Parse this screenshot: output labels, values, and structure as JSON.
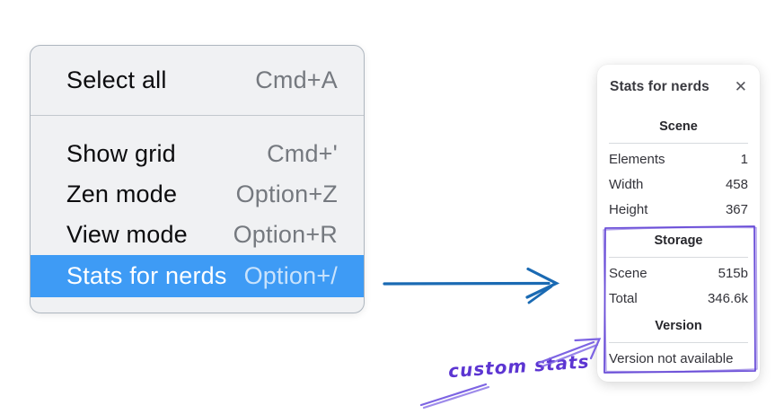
{
  "menu": {
    "top_items": [
      {
        "label": "Select all",
        "shortcut": "Cmd+A"
      }
    ],
    "items": [
      {
        "label": "Show grid",
        "shortcut": "Cmd+'"
      },
      {
        "label": "Zen mode",
        "shortcut": "Option+Z"
      },
      {
        "label": "View mode",
        "shortcut": "Option+R"
      },
      {
        "label": "Stats for nerds",
        "shortcut": "Option+/",
        "highlighted": true
      }
    ],
    "highlight_color": "#3e9bf5"
  },
  "stats_panel": {
    "title": "Stats for nerds",
    "close_icon": "✕",
    "sections": [
      {
        "title": "Scene",
        "rows": [
          {
            "label": "Elements",
            "value": "1"
          },
          {
            "label": "Width",
            "value": "458"
          },
          {
            "label": "Height",
            "value": "367"
          }
        ]
      },
      {
        "title": "Storage",
        "rows": [
          {
            "label": "Scene",
            "value": "515b"
          },
          {
            "label": "Total",
            "value": "346.6k"
          }
        ]
      },
      {
        "title": "Version",
        "note": "Version not available"
      }
    ]
  },
  "annotations": {
    "label": "custom stats",
    "flow_arrow_color": "#1a6ab3",
    "purple_color": "#7059dd"
  }
}
